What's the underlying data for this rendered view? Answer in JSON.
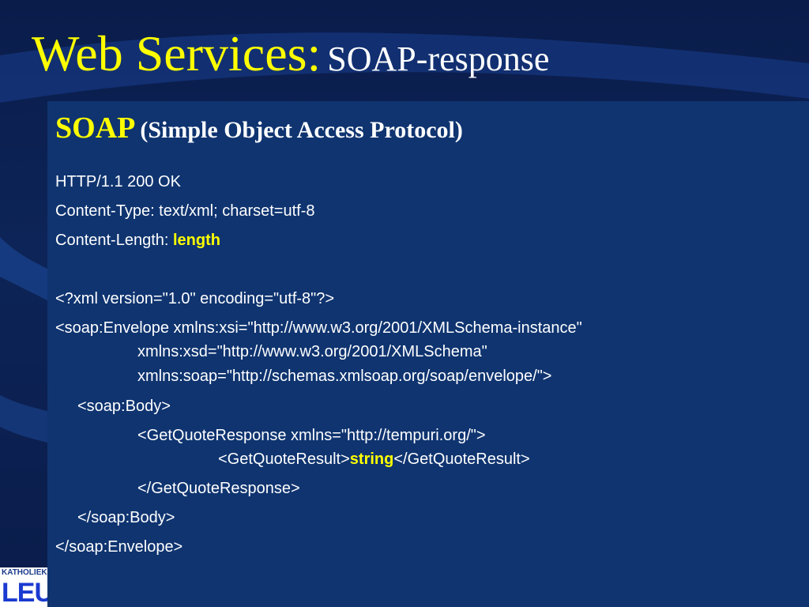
{
  "slide": {
    "title_main": "Web Services:",
    "title_sub": "SOAP-response",
    "heading_main": "SOAP",
    "heading_sub": "(Simple Object Access Protocol)",
    "lines": {
      "l1": "HTTP/1.1 200 OK",
      "l2": "Content-Type: text/xml; charset=utf-8",
      "l3_prefix": "Content-Length: ",
      "l3_value": "length",
      "l4": "<?xml version=\"1.0\" encoding=\"utf-8\"?>",
      "l5": "<soap:Envelope xmlns:xsi=\"http://www.w3.org/2001/XMLSchema-instance\"",
      "l6": "xmlns:xsd=\"http://www.w3.org/2001/XMLSchema\"",
      "l7": "xmlns:soap=\"http://schemas.xmlsoap.org/soap/envelope/\">",
      "l8": "<soap:Body>",
      "l9": "<GetQuoteResponse xmlns=\"http://tempuri.org/\">",
      "l10_open": "<GetQuoteResult>",
      "l10_value": "string",
      "l10_close": "</GetQuoteResult>",
      "l11": "</GetQuoteResponse>",
      "l12": "</soap:Body>",
      "l13": "</soap:Envelope>"
    }
  },
  "logo": {
    "top_text": "KATHOLIEKE",
    "bottom_text": "LEUVEN"
  },
  "colors": {
    "background": "#0b1e4e",
    "panel": "#0f3470",
    "title": "#ffff00",
    "text": "#ffffff",
    "emphasis": "#ffff00"
  }
}
